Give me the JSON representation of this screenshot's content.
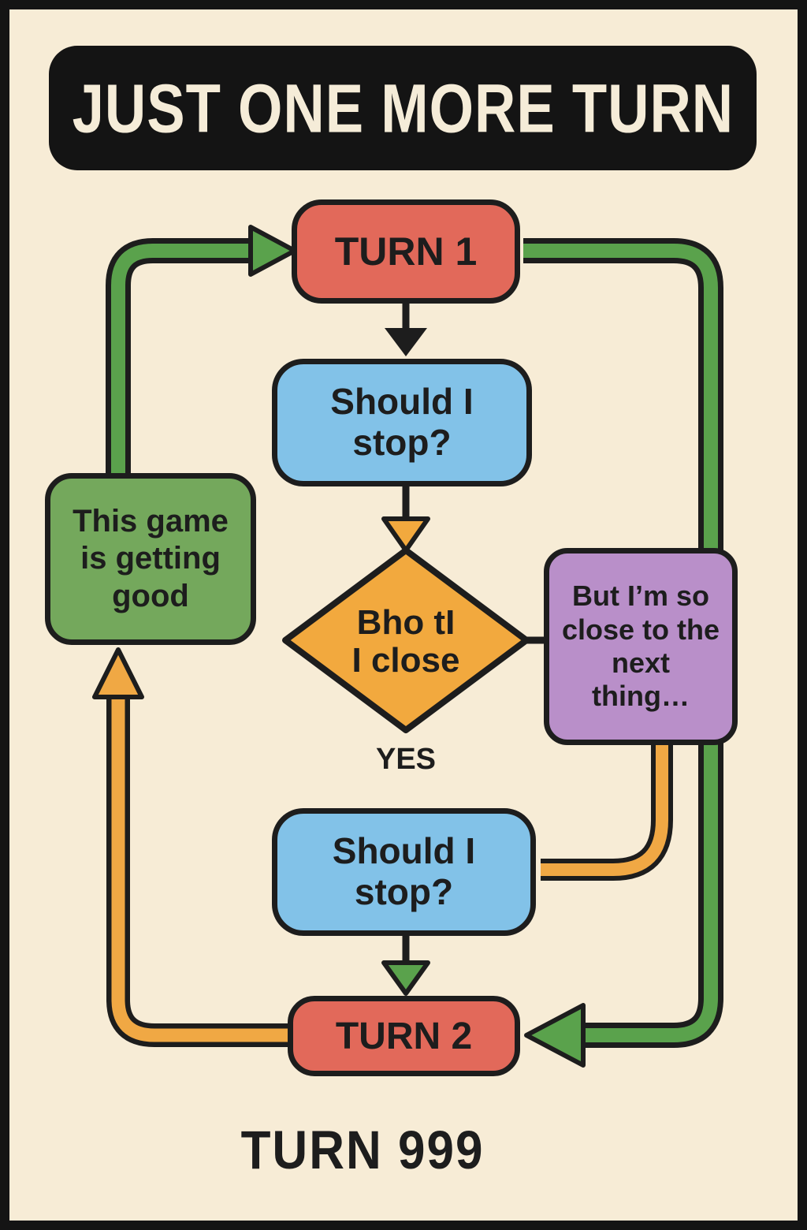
{
  "title": {
    "text": "JUST ONE MORE TURN"
  },
  "flow": {
    "turn1": "TURN 1",
    "question1": "Should I stop?",
    "decision_line1": "Bho tI",
    "decision_line2": "I close",
    "side_note_right": "But I’m so close to the next thing…",
    "side_note_left": "This game is getting good",
    "yes": "YES",
    "question2": "Should I stop?",
    "turn2": "TURN 2"
  },
  "footer": {
    "text": "TURN 999"
  },
  "colors": {
    "background": "#f7ecd6",
    "frame_black": "#141414",
    "node_red": "#e2695a",
    "node_blue": "#82c2e8",
    "node_green": "#74a85c",
    "node_purple": "#b98fc9",
    "diamond_orange": "#f2a93e",
    "arrow_green": "#5aa24c",
    "arrow_orange": "#f0a844",
    "ink": "#1d1d1d"
  }
}
